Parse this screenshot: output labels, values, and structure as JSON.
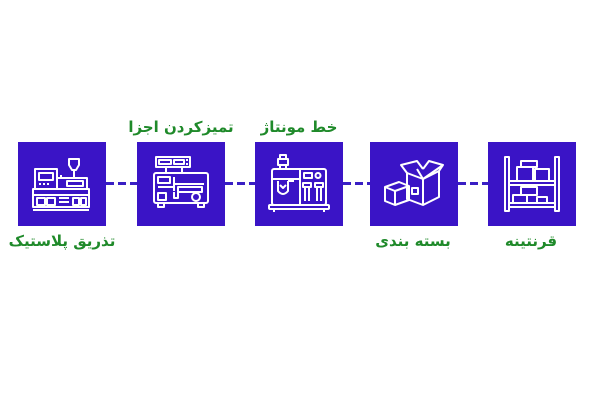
{
  "diagram": {
    "type": "process-flow",
    "direction": "left-to-right",
    "colors": {
      "box_fill": "#3a14c6",
      "icon_stroke": "#ffffff",
      "connector": "#3a1fc4",
      "label_text": "#1f8a2a",
      "background": "#ffffff"
    },
    "steps": [
      {
        "id": "injection",
        "label": "تذریق پلاستیک",
        "label_position": "bottom",
        "icon": "injection-molding-machine-icon"
      },
      {
        "id": "cleaning",
        "label": "تمیزکردن اجزا",
        "label_position": "top",
        "icon": "cleaning-machine-icon"
      },
      {
        "id": "assembly",
        "label": "خط مونتاژ",
        "label_position": "top",
        "icon": "assembly-machine-icon"
      },
      {
        "id": "packaging",
        "label": "بسته بندی",
        "label_position": "bottom",
        "icon": "cardboard-boxes-icon"
      },
      {
        "id": "quarantine",
        "label": "قرنتینه",
        "label_position": "bottom",
        "icon": "warehouse-shelf-icon"
      }
    ],
    "connectors": [
      {
        "from": "injection",
        "to": "cleaning",
        "style": "dashed"
      },
      {
        "from": "cleaning",
        "to": "assembly",
        "style": "dashed"
      },
      {
        "from": "assembly",
        "to": "packaging",
        "style": "dashed"
      },
      {
        "from": "packaging",
        "to": "quarantine",
        "style": "dashed"
      }
    ]
  }
}
